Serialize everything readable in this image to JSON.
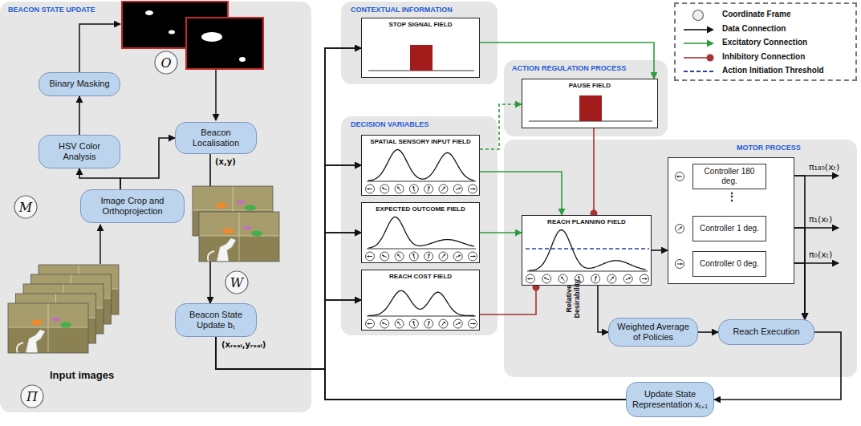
{
  "diagram": {
    "nodes": [
      {
        "text": [
          "BEACON STATE UPDATE"
        ]
      },
      {
        "text": [
          "O"
        ],
        "in": 0
      },
      {
        "text": [
          "Binary Masking"
        ],
        "in": 0
      },
      {
        "text": [
          "HSV Color Analysis"
        ],
        "in": 0
      },
      {
        "text": [
          "M"
        ],
        "in": 0
      },
      {
        "text": [
          "Image Crop and Orthoprojection"
        ],
        "in": 0
      },
      {
        "text": [
          "Beacon Localisation"
        ],
        "in": 0
      },
      {
        "text": [
          "W"
        ],
        "in": 0
      },
      {
        "text": [
          "Beacon State Update bₜ"
        ],
        "in": 0
      },
      {
        "text": [
          "Π"
        ],
        "in": 0
      },
      {
        "text": [
          "CONTEXTUAL INFORMATION"
        ]
      },
      {
        "text": [
          "STOP SIGNAL FIELD"
        ],
        "in": 10
      },
      {
        "text": [
          "ACTION REGULATION PROCESS"
        ]
      },
      {
        "text": [
          "PAUSE FIELD"
        ],
        "in": 12
      },
      {
        "text": [
          "DECISION VARIABLES"
        ]
      },
      {
        "text": [
          "SPATIAL SENSORY INPUT FIELD"
        ],
        "in": 14
      },
      {
        "text": [
          "EXPECTED OUTCOME FIELD"
        ],
        "in": 14
      },
      {
        "text": [
          "REACH COST FIELD"
        ],
        "in": 14
      },
      {
        "text": [
          "MOTOR PROCESS"
        ]
      },
      {
        "text": [
          "REACH PLANNING FIELD"
        ],
        "in": 18
      },
      {
        "text": [
          "⋮"
        ],
        "in": 18
      },
      {
        "text": [
          "Controller 180 deg."
        ],
        "in": 20
      },
      {
        "text": [
          "Controller 1 deg."
        ],
        "in": 20
      },
      {
        "text": [
          "Controller 0 deg."
        ],
        "in": 20
      },
      {
        "text": [
          "Weighted Average of Policies"
        ],
        "in": 18
      },
      {
        "text": [
          "Reach Execution"
        ],
        "in": 18
      },
      {
        "text": [
          "Update State Representation xₜ₊₁"
        ]
      }
    ],
    "edges": [
      {
        "from": 3,
        "to": 2,
        "arrow": "to"
      },
      {
        "from": 5,
        "to": 3,
        "arrow": "to"
      },
      {
        "from": 5,
        "to": 6,
        "arrow": "to"
      },
      {
        "from": 6,
        "to": 8,
        "label": "(x,y)",
        "arrow": "to"
      },
      {
        "from": 8,
        "to": 11,
        "label": "(xᵣₑₐₗ,yᵣₑₐₗ)",
        "arrow": "to"
      },
      {
        "from": 8,
        "to": 15,
        "arrow": "to"
      },
      {
        "from": 8,
        "to": 16,
        "arrow": "to"
      },
      {
        "from": 8,
        "to": 17,
        "arrow": "to"
      },
      {
        "from": 26,
        "to": 11,
        "arrow": "to"
      },
      {
        "from": 26,
        "to": 15,
        "arrow": "to"
      },
      {
        "from": 26,
        "to": 16,
        "arrow": "to"
      },
      {
        "from": 26,
        "to": 17,
        "arrow": "to"
      },
      {
        "from": 11,
        "to": 13,
        "arrow": "to"
      },
      {
        "from": 15,
        "to": 13,
        "arrow": "to"
      },
      {
        "from": 15,
        "to": 19,
        "arrow": "to"
      },
      {
        "from": 16,
        "to": 19,
        "arrow": "to"
      },
      {
        "from": 17,
        "to": 19,
        "arrow": "to"
      },
      {
        "from": 13,
        "to": 19,
        "arrow": "to"
      },
      {
        "from": 19,
        "to": 20,
        "arrow": "to"
      },
      {
        "from": 19,
        "to": 24,
        "label": "Relative Desirability",
        "arrow": "to"
      },
      {
        "from": 24,
        "to": 25,
        "arrow": "to"
      },
      {
        "from": 21,
        "to": 25,
        "arrow": "to"
      },
      {
        "from": 22,
        "to": 25,
        "arrow": "to"
      },
      {
        "from": 23,
        "to": 25,
        "arrow": "to"
      },
      {
        "from": 25,
        "to": 26,
        "arrow": "to"
      }
    ],
    "labels": [
      "Input images",
      "π₁₈₀(xₜ)",
      "π₁(xₜ)",
      "π₀(xₜ)"
    ],
    "legend": [
      {
        "text": "Coordinate Frame"
      },
      {
        "text": "Data Connection"
      },
      {
        "text": "Excitatory Connection"
      },
      {
        "text": "Inhibitory Connection"
      },
      {
        "text": "Action Initiation Threshold"
      }
    ]
  }
}
